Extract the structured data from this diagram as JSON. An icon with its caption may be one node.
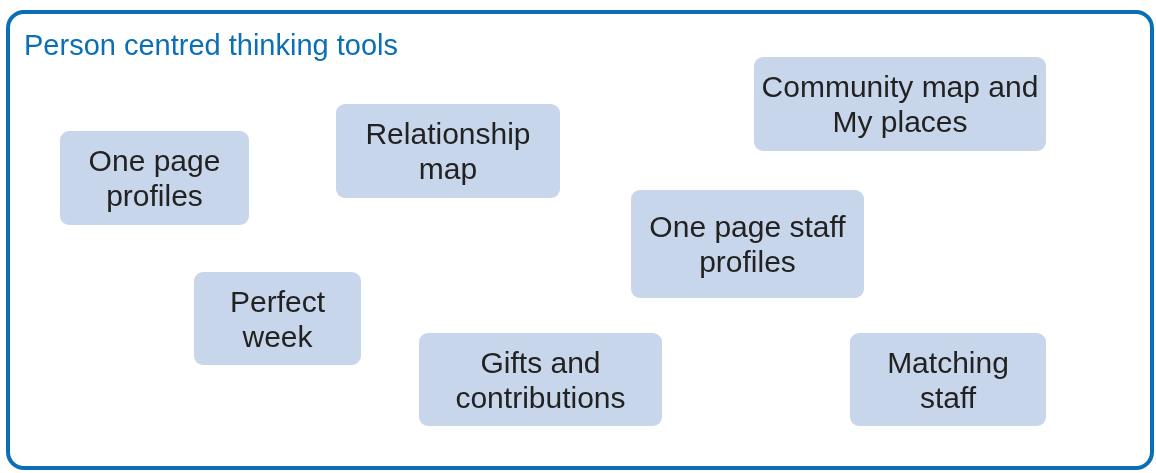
{
  "diagram": {
    "nodes": [
      {
        "text": [
          "Person centred thinking tools"
        ]
      },
      {
        "text": [
          "Community map and My places"
        ],
        "in": 0
      },
      {
        "text": [
          "Relationship map"
        ],
        "in": 0
      },
      {
        "text": [
          "One page profiles"
        ],
        "in": 0
      },
      {
        "text": [
          "One page staff profiles"
        ],
        "in": 0
      },
      {
        "text": [
          "Perfect week"
        ],
        "in": 0
      },
      {
        "text": [
          "Gifts and contributions"
        ],
        "in": 0
      },
      {
        "text": [
          "Matching staff"
        ],
        "in": 0
      }
    ]
  }
}
